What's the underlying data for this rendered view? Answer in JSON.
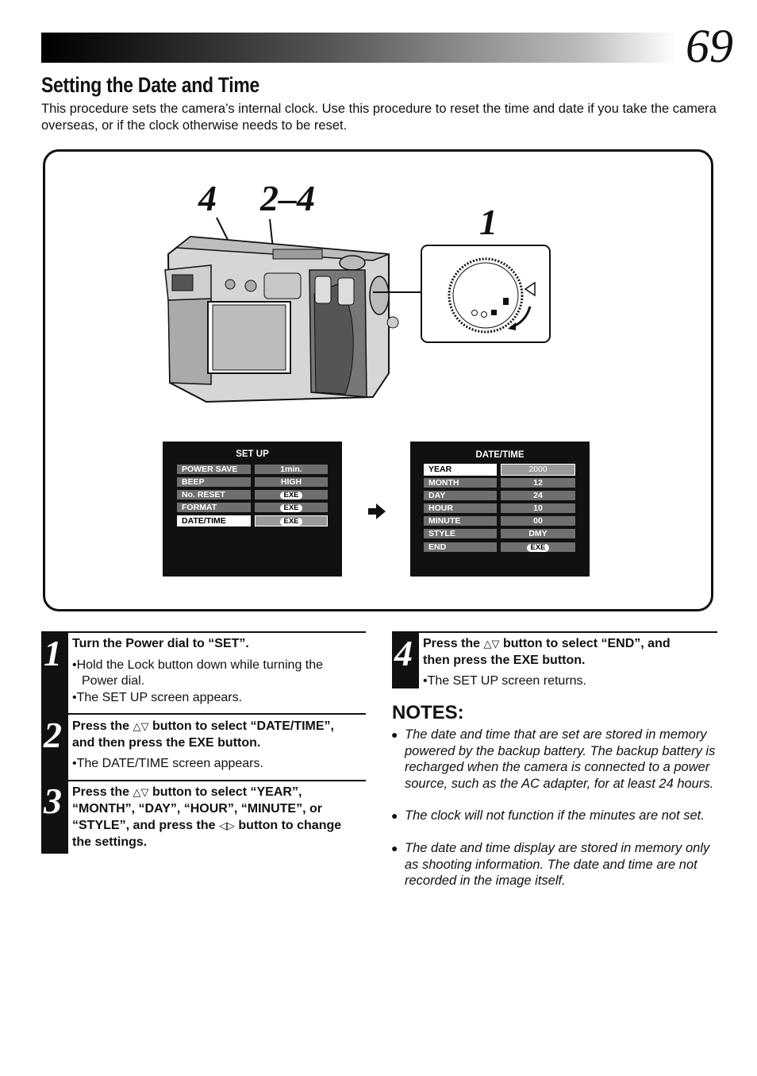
{
  "page": {
    "number": "69",
    "title": "Setting the Date and Time",
    "intro": "This procedure sets the camera’s internal clock. Use this procedure to reset the time and date if you take the camera overseas, or if the clock otherwise needs to be reset."
  },
  "figure": {
    "callouts": {
      "c4": "4",
      "c24": "2–4",
      "c1": "1"
    },
    "setup_screen": {
      "title": "SET UP",
      "rows": [
        {
          "label": "POWER SAVE",
          "value": "1min."
        },
        {
          "label": "BEEP",
          "value": "HIGH"
        },
        {
          "label": "No. RESET",
          "value": "EXE"
        },
        {
          "label": "FORMAT",
          "value": "EXE"
        },
        {
          "label": "DATE/TIME",
          "value": "EXE"
        }
      ]
    },
    "datetime_screen": {
      "title": "DATE/TIME",
      "rows": [
        {
          "label": "YEAR",
          "value": "2000"
        },
        {
          "label": "MONTH",
          "value": "12"
        },
        {
          "label": "DAY",
          "value": "24"
        },
        {
          "label": "HOUR",
          "value": "10"
        },
        {
          "label": "MINUTE",
          "value": "00"
        },
        {
          "label": "STYLE",
          "value": "DMY"
        },
        {
          "label": "END",
          "value": "EXE"
        }
      ]
    }
  },
  "steps": [
    {
      "num": "1",
      "head": "Turn the Power dial to “SET”.",
      "bullets": [
        "•Hold the Lock button down while turning the",
        "Power dial.",
        "•The SET UP screen appears."
      ]
    },
    {
      "num": "2",
      "head_a": "Press the",
      "head_b": "button to select “DATE/TIME”,",
      "head_c": "and then press the EXE button.",
      "bullets": [
        "•The DATE/TIME screen appears."
      ]
    },
    {
      "num": "3",
      "head_a": "Press the",
      "head_b": "button to select “YEAR”,",
      "head_c": "“MONTH”, “DAY”, “HOUR”, “MINUTE”, or",
      "head_d": "“STYLE”, and press the",
      "head_e": "button to change",
      "head_f": "the settings."
    },
    {
      "num": "4",
      "head_a": "Press the",
      "head_b": "button to select “END”, and",
      "head_c": "then press the EXE button.",
      "bullets": [
        "•The SET UP screen returns."
      ]
    }
  ],
  "notes": {
    "heading": "NOTES:",
    "items": [
      "The date and time that are set are stored in memory powered by the backup battery. The backup battery is recharged when the camera is connected to a power source, such as the AC adapter, for at least 24 hours.",
      "The clock will not function if the minutes are not set.",
      "The date and time display are stored in memory only as shooting information. The date and time are not recorded in the image itself."
    ]
  }
}
